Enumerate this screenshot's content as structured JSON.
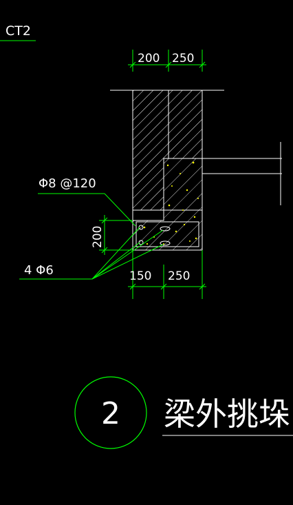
{
  "drawing": {
    "sheet_ref": "CT2",
    "dim_top_left": "200",
    "dim_top_right": "250",
    "dim_left_vertical": "200",
    "dim_bottom_left": "150",
    "dim_bottom_right": "250",
    "stirrup_label": "Φ8 @120",
    "rebar_label": "4 Φ6",
    "detail_number": "2",
    "detail_title": "梁外挑垛"
  },
  "colors": {
    "background": "#000000",
    "linework": "#ffffff",
    "dimension": "#00ff00",
    "concrete": "#ffff00"
  }
}
